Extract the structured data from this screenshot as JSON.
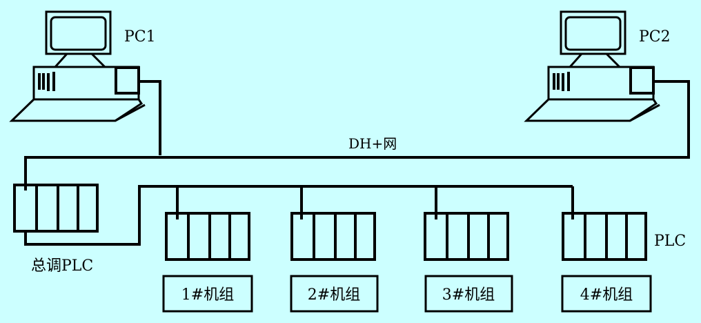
{
  "pcs": [
    {
      "label": "PC1"
    },
    {
      "label": "PC2"
    }
  ],
  "network": {
    "label": "DH+网"
  },
  "master_plc": {
    "label": "总调PLC"
  },
  "plc_label": "PLC",
  "units": [
    {
      "label": "1#机组"
    },
    {
      "label": "2#机组"
    },
    {
      "label": "3#机组"
    },
    {
      "label": "4#机组"
    }
  ],
  "colors": {
    "background": "#ccffff",
    "line": "#000000"
  }
}
